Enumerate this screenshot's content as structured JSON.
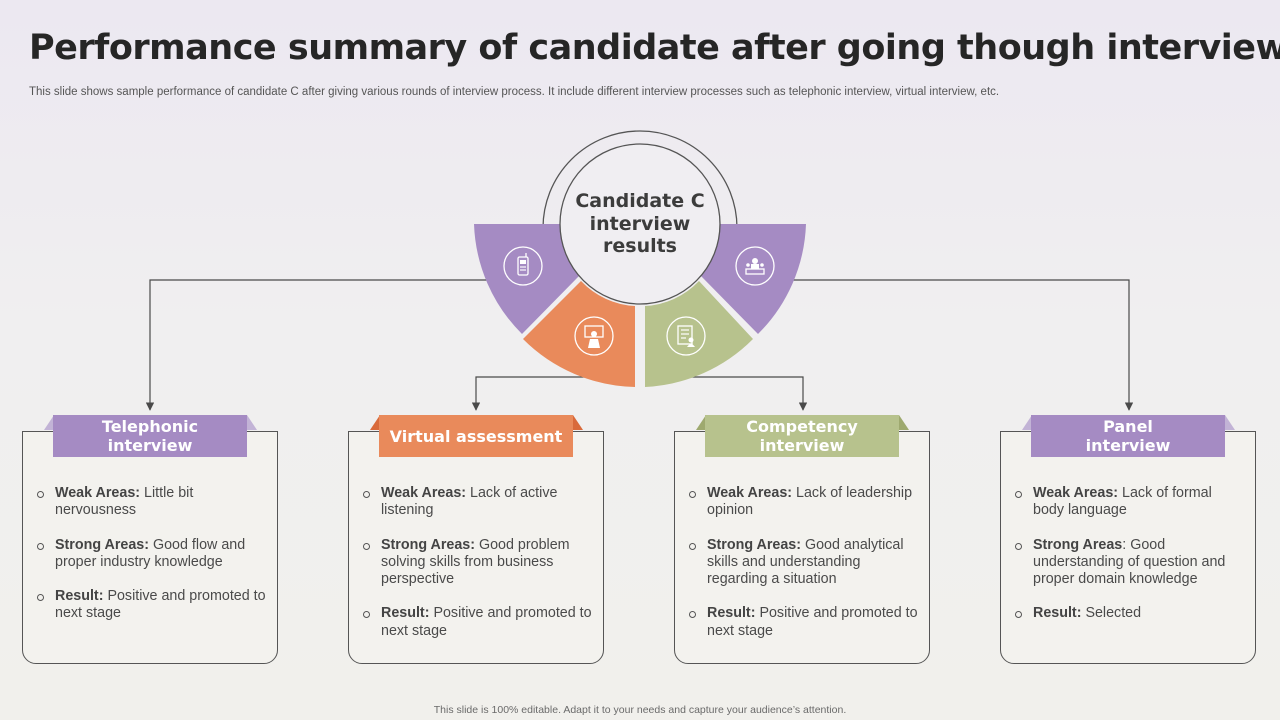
{
  "title": "Performance summary of candidate after going though interview",
  "subtitle": "This slide shows sample performance of candidate C after giving various rounds of interview process. It include different interview processes such as telephonic interview, virtual interview, etc.",
  "center": {
    "line1": "Candidate C",
    "line2": "interview",
    "line3": "results"
  },
  "colors": {
    "purple": "#a58bc3",
    "orange": "#e98a5b",
    "green": "#b7c28d",
    "line": "#4a4a4a"
  },
  "segments": [
    {
      "icon": "phone-icon"
    },
    {
      "icon": "presenter-icon"
    },
    {
      "icon": "resume-icon"
    },
    {
      "icon": "panel-meeting-icon"
    }
  ],
  "cards": [
    {
      "title_l1": "Telephonic",
      "title_l2": "interview",
      "weak_label": "Weak Areas:",
      "weak_text": "  Little bit nervousness",
      "strong_label": "Strong Areas:",
      "strong_text": " Good flow and proper industry knowledge",
      "result_label": "Result:",
      "result_text": " Positive and promoted to next stage"
    },
    {
      "title_l1": "Virtual assessment",
      "title_l2": "",
      "weak_label": "Weak Areas:",
      "weak_text": " Lack of active listening",
      "strong_label": "Strong Areas:",
      "strong_text": "  Good problem solving skills from business perspective",
      "result_label": "Result:",
      "result_text": " Positive and promoted to next stage"
    },
    {
      "title_l1": "Competency",
      "title_l2": "interview",
      "weak_label": "Weak Areas:",
      "weak_text": " Lack of leadership opinion",
      "strong_label": "Strong Areas:",
      "strong_text": " Good analytical skills and understanding regarding a situation",
      "result_label": "Result:",
      "result_text": " Positive and promoted to next stage"
    },
    {
      "title_l1": "Panel",
      "title_l2": "interview",
      "weak_label": "Weak Areas:",
      "weak_text": "  Lack of formal body language",
      "strong_label": "Strong Areas",
      "strong_text": ": Good understanding of question and proper domain knowledge",
      "result_label": "Result:",
      "result_text": " Selected"
    }
  ],
  "footer": "This slide is 100% editable. Adapt it to your needs and capture your audience’s attention."
}
